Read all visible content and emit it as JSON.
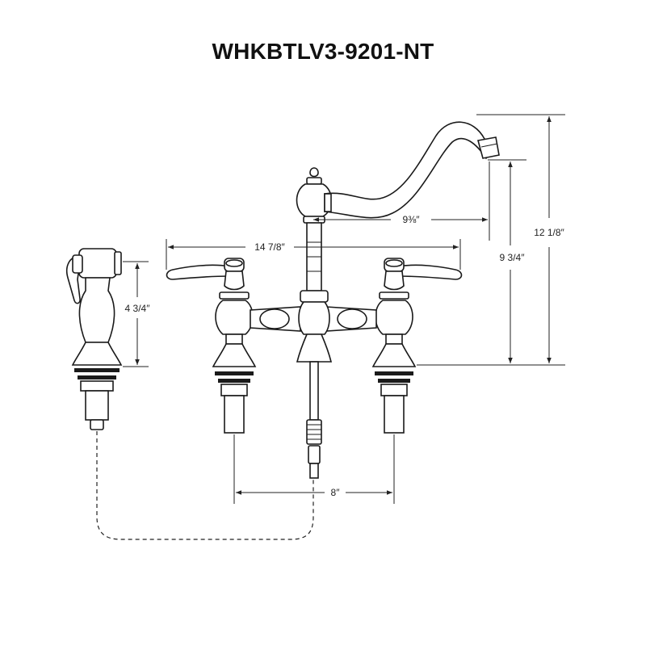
{
  "title": "WHKBTLV3-9201-NT",
  "dimensions": {
    "spout_reach": "9⅜″",
    "overall_width": "14 7/8″",
    "total_height": "12 1/8″",
    "spout_height": "9 3/4″",
    "sprayer_height": "4 3/4″",
    "center_spacing": "8″"
  }
}
